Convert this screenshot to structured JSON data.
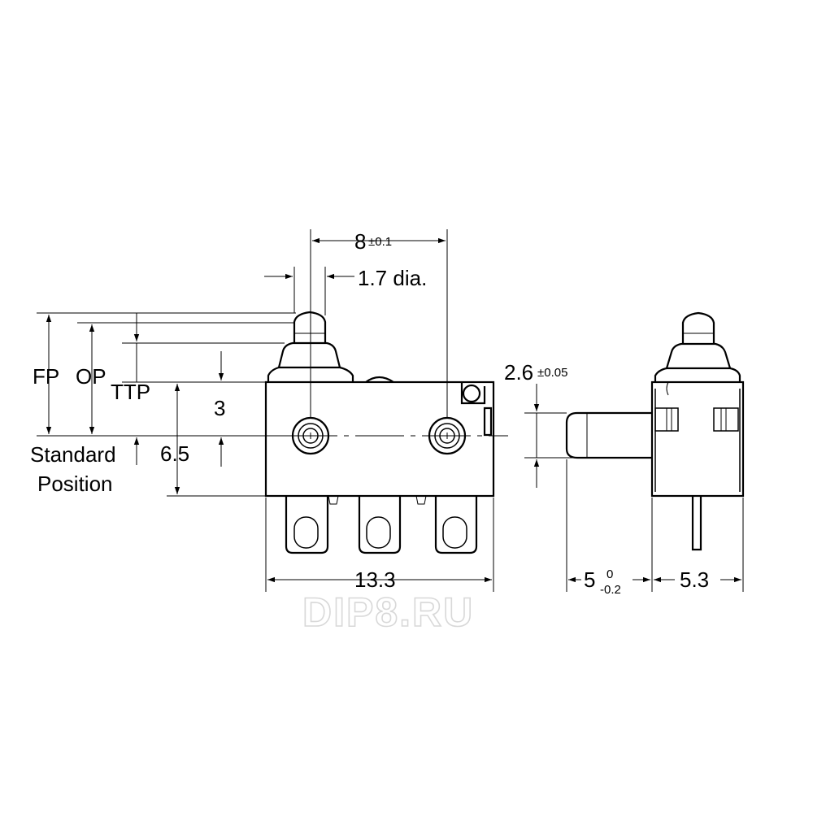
{
  "labels": {
    "fp": "FP",
    "op": "OP",
    "ttp": "TTP",
    "standard_line1": "Standard",
    "standard_line2": "Position",
    "dim_3": "3",
    "dim_6_5": "6.5",
    "dim_8": "8",
    "dim_8_tol": "±0.1",
    "dim_1_7": "1.7 dia.",
    "dim_2_6": "2.6",
    "dim_2_6_tol": "±0.05",
    "dim_13_3": "13.3",
    "dim_5": "5",
    "dim_5_tol_upper": "0",
    "dim_5_tol_lower": "-0.2",
    "dim_5_3": "5.3"
  },
  "watermark": "DIP8.RU",
  "colors": {
    "line": "#000000",
    "watermark_outline": "#d8d8d8",
    "background": "#ffffff"
  }
}
